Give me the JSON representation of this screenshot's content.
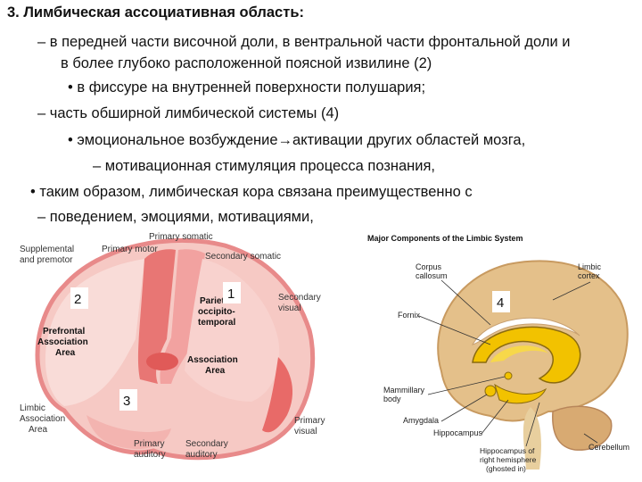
{
  "slide": {
    "title": "3. Лимбическая ассоциативная область:",
    "lines": [
      "– в передней части височной доли, в вентральной части фронтальной доли и",
      "в более глубоко расположенной поясной извилине (2)",
      "• в фиссуре на внутренней поверхности полушария;",
      "– часть обширной лимбической системы (4)",
      "• эмоциональное возбуждение→активации других областей мозга,",
      "– мотивационная стимуляция процесса познания,",
      "•  таким образом, лимбическая кора связана преимущественно с",
      "–  поведением, эмоциями, мотивациями,"
    ]
  },
  "left_figure": {
    "labels": {
      "primary_somatic": "Primary somatic",
      "supplemental_1": "Supplemental",
      "supplemental_2": "and premotor",
      "primary_motor": "Primary motor",
      "secondary_somatic": "Secondary somatic",
      "secondary_visual_1": "Secondary",
      "secondary_visual_2": "visual",
      "prefrontal_1": "Prefrontal",
      "prefrontal_2": "Association",
      "prefrontal_3": "Area",
      "parieto_1": "Parieto-",
      "parieto_2": "occipito-",
      "parieto_3": "temporal",
      "parieto_4": "Association",
      "parieto_5": "Area",
      "limbic_1": "Limbic",
      "limbic_2": "Association",
      "limbic_3": "Area",
      "primary_auditory_1": "Primary",
      "primary_auditory_2": "auditory",
      "secondary_auditory_1": "Secondary",
      "secondary_auditory_2": "auditory",
      "primary_visual_1": "Primary",
      "primary_visual_2": "visual"
    },
    "markers": {
      "one": "1",
      "two": "2",
      "three": "3"
    }
  },
  "right_figure": {
    "title": "Major Components of the Limbic System",
    "labels": {
      "corpus_1": "Corpus",
      "corpus_2": "callosum",
      "limbic_cortex_1": "Limbic",
      "limbic_cortex_2": "cortex",
      "fornix": "Fornix",
      "mammillary_1": "Mammillary",
      "mammillary_2": "body",
      "amygdala": "Amygdala",
      "hippocampus": "Hippocampus",
      "hippo_right_1": "Hippocampus of",
      "hippo_right_2": "right hemisphere",
      "hippo_right_3": "(ghosted in)",
      "cerebellum": "Cerebellum"
    },
    "marker": "4"
  },
  "colors": {
    "brain_outline": "#e88a8a",
    "brain_fill": "#f4c0bc",
    "motor_strip": "#e86a68",
    "limbic_yellow": "#f2c200",
    "cortex_tan": "#e4c08a"
  }
}
